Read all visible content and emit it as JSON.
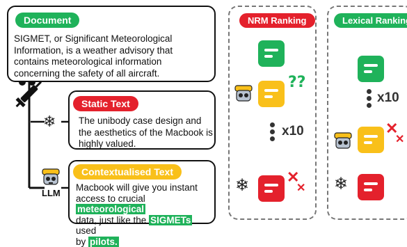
{
  "document": {
    "tag": "Document",
    "text": "SIGMET, or Significant Meteorological Information, is a weather advisory that contains meteorological information concerning the safety of all aircraft."
  },
  "static": {
    "tag": "Static Text",
    "text": "The unibody case design and the aesthetics of the Macbook is highly valued."
  },
  "contextual": {
    "tag": "Contextualised Text",
    "line1": "Macbook will give you instant",
    "line2": "access to crucial",
    "hl1": "meteorological",
    "line3a": "data, just like the",
    "hl2": "SIGMETs",
    "line3b": "used",
    "line4a": "by",
    "hl3": "pilots."
  },
  "llm_label": "LLM",
  "nrm_panel": {
    "title": "NRM Ranking",
    "repeat_label": "x10"
  },
  "lexical_panel": {
    "title": "Lexical Ranking",
    "repeat_label": "x10"
  },
  "colors": {
    "green": "#1fb25a",
    "red": "#e4212c",
    "yellow": "#f9c01a"
  }
}
